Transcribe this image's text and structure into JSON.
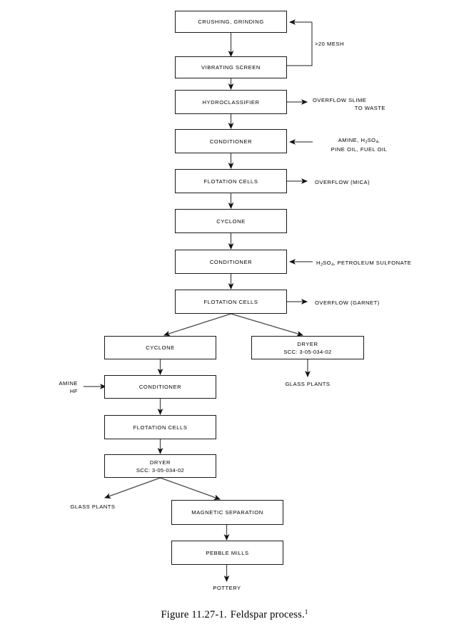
{
  "figure": {
    "caption_text": "Figure 11.27-1.",
    "caption_text2": "Feldspar process.",
    "caption_footnote": "1"
  },
  "diagram": {
    "type": "process-flow-diagram",
    "title": "Feldspar process",
    "nodes": [
      {
        "id": "crushing",
        "label": "CRUSHING, GRINDING"
      },
      {
        "id": "screen",
        "label": "VIBRATING SCREEN"
      },
      {
        "id": "hydro",
        "label": "HYDROCLASSIFIER"
      },
      {
        "id": "cond1",
        "label": "CONDITIONER"
      },
      {
        "id": "flot1",
        "label": "FLOTATION CELLS"
      },
      {
        "id": "cyclone1",
        "label": "CYCLONE"
      },
      {
        "id": "cond2",
        "label": "CONDITIONER"
      },
      {
        "id": "flot2",
        "label": "FLOTATION CELLS"
      },
      {
        "id": "cyclone2",
        "label": "CYCLONE"
      },
      {
        "id": "dryer_r",
        "label": "DRYER",
        "label2": "SCC:  3-05-034-02"
      },
      {
        "id": "cond3",
        "label": "CONDITIONER"
      },
      {
        "id": "flot3",
        "label": "FLOTATION CELLS"
      },
      {
        "id": "dryer_l",
        "label": "DRYER",
        "label2": "SCC:  3-05-034-02"
      },
      {
        "id": "magsep",
        "label": "MAGNETIC SEPARATION"
      },
      {
        "id": "pebble",
        "label": "PEBBLE MILLS"
      }
    ],
    "stream_labels": {
      "recycle_mesh": ">20 MESH",
      "overflow_slime_l1": "OVERFLOW SLIME",
      "overflow_slime_l2": "TO WASTE",
      "reagents1_l1_a": "AMINE, H",
      "reagents1_l1_sub": "2",
      "reagents1_l1_b": "SO",
      "reagents1_l1_sub2": "4",
      "reagents1_l1_c": ",",
      "reagents1_l2": "PINE OIL, FUEL OIL",
      "overflow_mica": "OVERFLOW (MICA)",
      "reagents2_a": "H",
      "reagents2_sub": "2",
      "reagents2_b": "SO",
      "reagents2_sub2": "4",
      "reagents2_c": ", PETROLEUM SULFONATE",
      "overflow_garnet": "OVERFLOW (GARNET)",
      "amine_l1": "AMINE",
      "amine_l2": "HF"
    },
    "terminals": {
      "glass_plants_right": "GLASS PLANTS",
      "glass_plants_left": "GLASS PLANTS",
      "pottery": "POTTERY"
    },
    "colors": {
      "line": "#1a1a1a",
      "box_border": "#1a1a1a",
      "background": "#ffffff",
      "text": "#000000"
    }
  }
}
